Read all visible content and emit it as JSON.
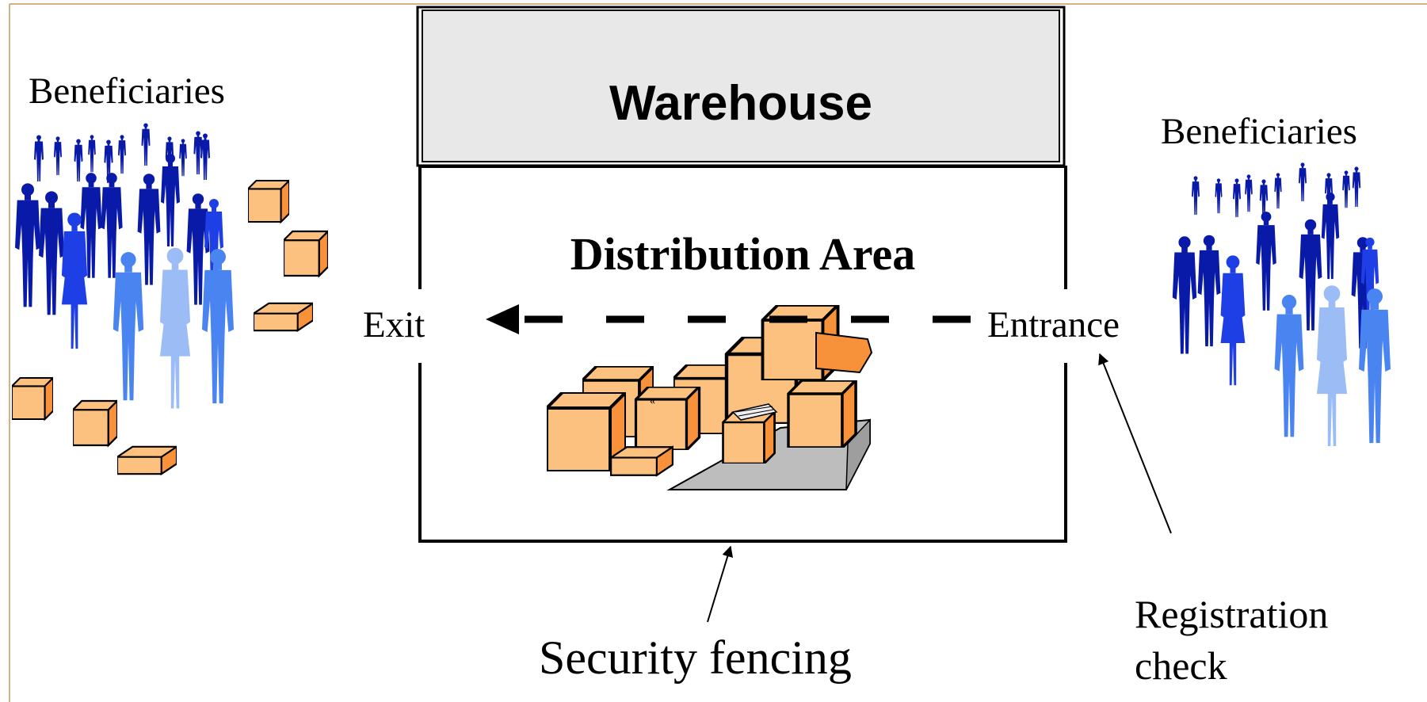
{
  "diagram": {
    "warehouse_title": "Warehouse",
    "distribution_area": "Distribution Area",
    "exit_label": "Exit",
    "entrance_label": "Entrance",
    "beneficiaries_left": "Beneficiaries",
    "beneficiaries_right": "Beneficiaries",
    "security_fencing": "Security fencing",
    "registration_check_line1": "Registration",
    "registration_check_line2": "check"
  },
  "colors": {
    "frame_tan": "#d4b08a",
    "warehouse_band": "#e8e8e8",
    "people_dark": "#0a1aa8",
    "people_bright": "#1f3fe6",
    "people_mid": "#4a84f0",
    "people_light": "#9cbcf6",
    "box_light": "#fcc17f",
    "box_dark": "#f7923a",
    "pallet_grey": "#bdbdbd"
  },
  "icons": [
    "people-silhouette-icon",
    "cardboard-box-icon",
    "arrow-icon"
  ]
}
